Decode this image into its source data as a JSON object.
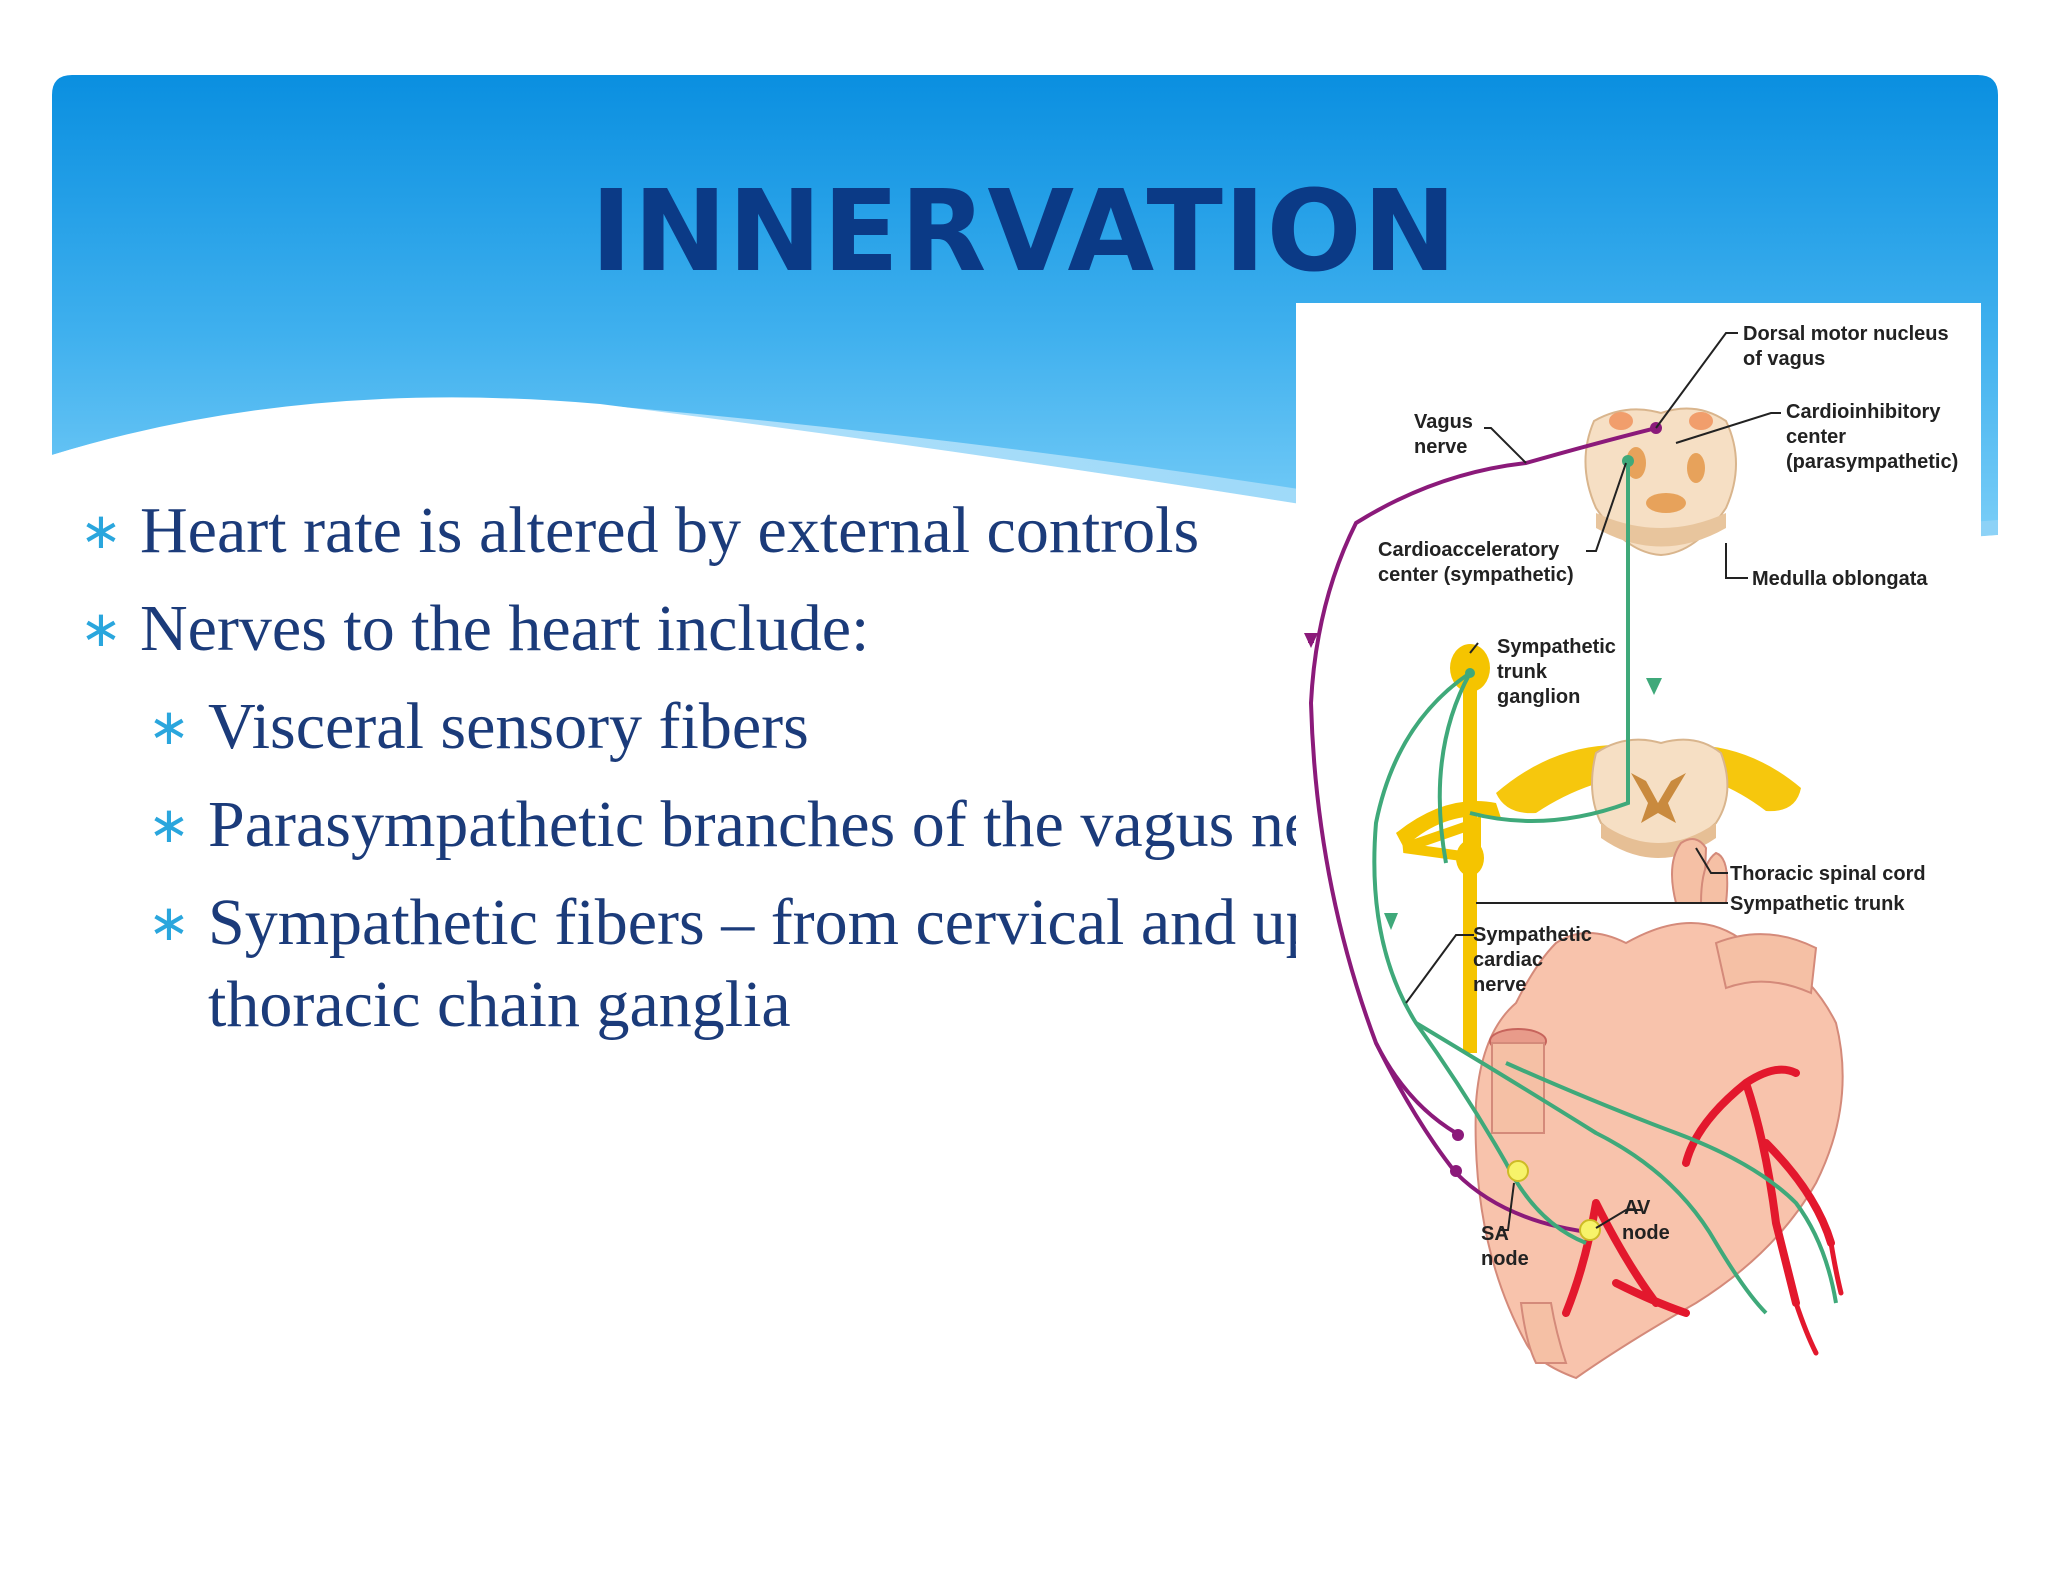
{
  "slide": {
    "title": "INNERVATION",
    "bullets": [
      {
        "level": 1,
        "text": "Heart rate is altered by external controls"
      },
      {
        "level": 1,
        "text": "Nerves to the heart include:"
      },
      {
        "level": 2,
        "text": "Visceral sensory fibers"
      },
      {
        "level": 2,
        "text": "Parasympathetic branches of the vagus nerve"
      },
      {
        "level": 2,
        "text": "Sympathetic fibers – from cervical and upper thoracic chain ganglia"
      }
    ]
  },
  "figure": {
    "labels": {
      "dorsal_motor_1": "Dorsal motor nucleus",
      "dorsal_motor_2": "of vagus",
      "vagus_1": "Vagus",
      "vagus_2": "nerve",
      "cardioinhib_1": "Cardioinhibitory",
      "cardioinhib_2": "center",
      "cardioinhib_3": "(parasympathetic)",
      "cardioaccel_1": "Cardioacceleratory",
      "cardioaccel_2": "center (sympathetic)",
      "medulla": "Medulla oblongata",
      "symp_trunk_ganglion_1": "Sympathetic",
      "symp_trunk_ganglion_2": "trunk",
      "symp_trunk_ganglion_3": "ganglion",
      "thoracic_cord": "Thoracic spinal cord",
      "symp_trunk": "Sympathetic trunk",
      "symp_cardiac_1": "Sympathetic",
      "symp_cardiac_2": "cardiac",
      "symp_cardiac_3": "nerve",
      "av_1": "AV",
      "av_2": "node",
      "sa_1": "SA",
      "sa_2": "node"
    }
  },
  "colors": {
    "title": "#0b3a86",
    "bullet_text": "#1b3b7a",
    "bullet_star": "#2aa6dd",
    "header_top": "#0a8fe0",
    "header_bottom": "#6cc7f7",
    "parasympathetic": "#8b1a7a",
    "sympathetic": "#3fa97a",
    "ganglion": "#f2c200"
  }
}
